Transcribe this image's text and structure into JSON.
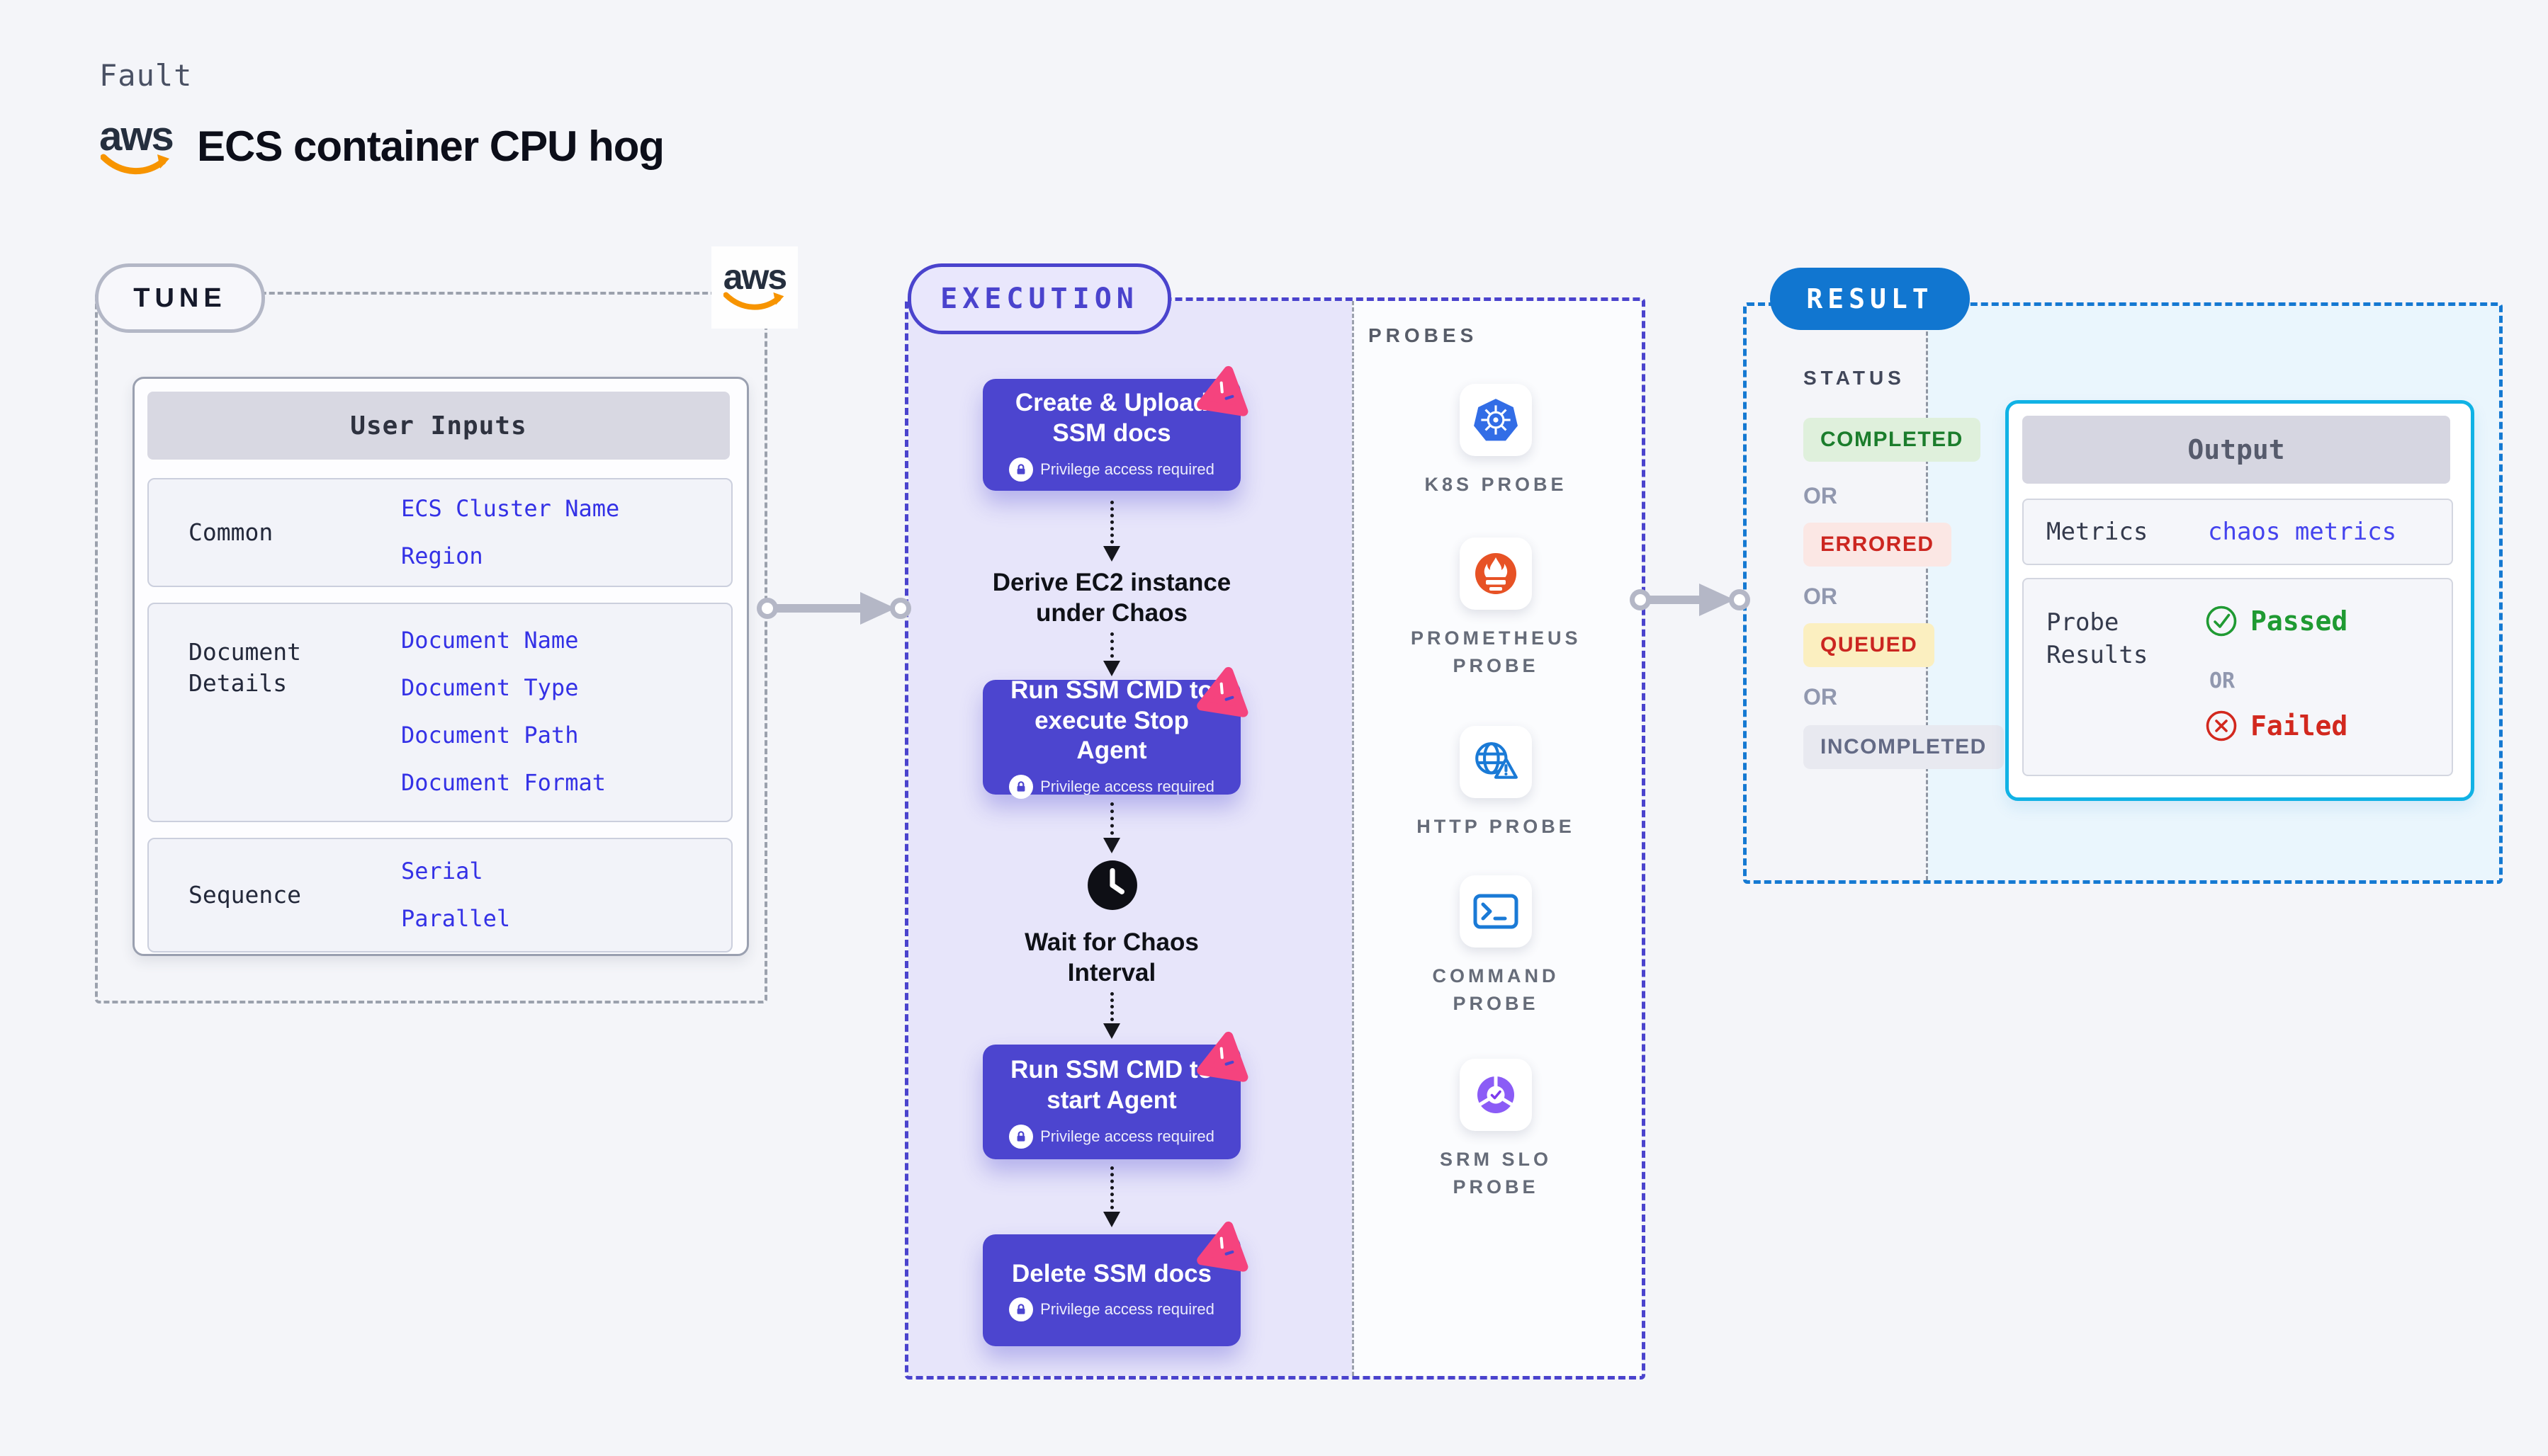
{
  "page": {
    "fault_label": "Fault",
    "title": "ECS container CPU hog",
    "aws_logo_text": "aws"
  },
  "tune": {
    "badge": "TUNE",
    "user_inputs": {
      "header": "User Inputs",
      "rows": [
        {
          "label": "Common",
          "values": [
            "ECS Cluster Name",
            "Region"
          ]
        },
        {
          "label": "Document Details",
          "values": [
            "Document Name",
            "Document Type",
            "Document Path",
            "Document Format"
          ]
        },
        {
          "label": "Sequence",
          "values": [
            "Serial",
            "Parallel"
          ]
        }
      ]
    }
  },
  "execution": {
    "badge": "EXECUTION",
    "privilege_note": "Privilege access required",
    "steps": [
      {
        "title": "Create & Upload SSM docs"
      },
      {
        "title": "Derive EC2 instance under Chaos"
      },
      {
        "title": "Run SSM CMD to execute Stop Agent"
      },
      {
        "title": "Wait for Chaos Interval"
      },
      {
        "title": "Run SSM CMD to start Agent"
      },
      {
        "title": "Delete SSM docs"
      }
    ]
  },
  "probes": {
    "label": "PROBES",
    "items": [
      {
        "name": "K8S PROBE",
        "icon": "kubernetes-icon"
      },
      {
        "name": "PROMETHEUS PROBE",
        "icon": "prometheus-icon"
      },
      {
        "name": "HTTP PROBE",
        "icon": "http-globe-warning-icon"
      },
      {
        "name": "COMMAND PROBE",
        "icon": "terminal-icon"
      },
      {
        "name": "SRM SLO PROBE",
        "icon": "slo-pie-check-icon"
      }
    ]
  },
  "result": {
    "badge": "RESULT",
    "status_label": "STATUS",
    "or_label": "OR",
    "statuses": [
      {
        "label": "COMPLETED",
        "text_color": "#1B7D2C",
        "bg_color": "#DFF0DC"
      },
      {
        "label": "ERRORED",
        "text_color": "#CC2620",
        "bg_color": "#FBE7E4"
      },
      {
        "label": "QUEUED",
        "text_color": "#CB2620",
        "bg_color": "#FBEFC0"
      },
      {
        "label": "INCOMPLETED",
        "text_color": "#636A85",
        "bg_color": "#E8E9F0"
      }
    ],
    "output": {
      "header": "Output",
      "metrics_label": "Metrics",
      "metrics_value": "chaos metrics",
      "probe_results_label": "Probe Results",
      "passed_label": "Passed",
      "failed_label": "Failed"
    }
  },
  "colors": {
    "page_bg": "#F4F5F9",
    "indigo": "#4C45CF",
    "lavender_bg": "#E7E5FA",
    "pink_badge": "#F5437E",
    "value_blue": "#3431E6",
    "result_blue": "#1176D0",
    "cyan_border": "#10B2E5",
    "cyan_bg": "#EAF6FD",
    "passed_green": "#1F9A32",
    "failed_red": "#D2281E",
    "aws_orange": "#F79400",
    "arrow_gray": "#B4B7C6"
  }
}
